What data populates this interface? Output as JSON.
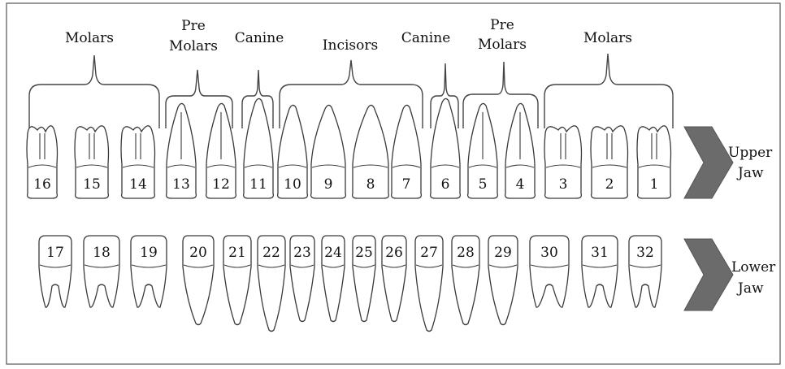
{
  "groups": {
    "molars_left": "Molars",
    "premolars_left": [
      "Pre",
      "Molars"
    ],
    "canine_left": "Canine",
    "incisors": "Incisors",
    "canine_right": "Canine",
    "premolars_right": [
      "Pre",
      "Molars"
    ],
    "molars_right": "Molars"
  },
  "jaws": {
    "upper": [
      "Upper",
      "Jaw"
    ],
    "lower": [
      "Lower",
      "Jaw"
    ]
  },
  "upper_teeth": [
    "16",
    "15",
    "14",
    "13",
    "12",
    "11",
    "10",
    "9",
    "8",
    "7",
    "6",
    "5",
    "4",
    "3",
    "2",
    "1"
  ],
  "lower_teeth": [
    "17",
    "18",
    "19",
    "20",
    "21",
    "22",
    "23",
    "24",
    "25",
    "26",
    "27",
    "28",
    "29",
    "30",
    "31",
    "32"
  ],
  "colors": {
    "outline": "#3a3a3a",
    "arrow": "#6b6b6b",
    "frame": "#555555"
  }
}
